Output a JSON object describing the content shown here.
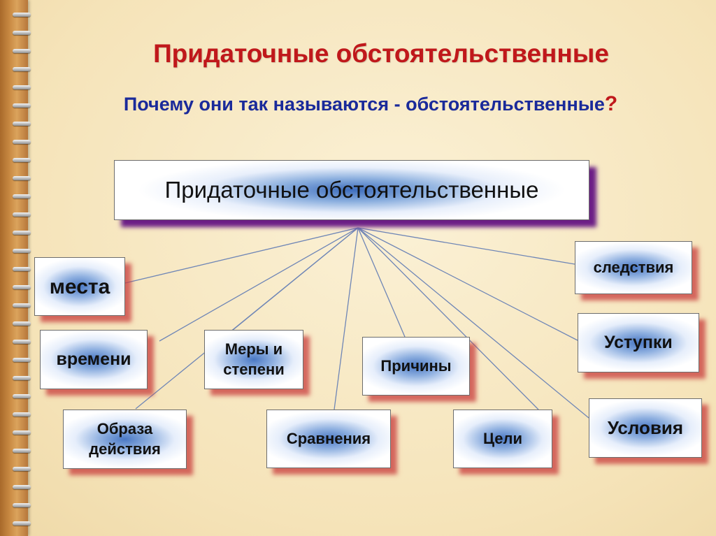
{
  "title": "Придаточные обстоятельственные",
  "subtitle": {
    "text": "Почему они так называются - обстоятельственные",
    "mark": "?"
  },
  "diagram": {
    "root": "Придаточные обстоятельственные",
    "nodes": [
      {
        "id": "mesta",
        "line1": "места",
        "line2": ""
      },
      {
        "id": "vremeni",
        "line1": "времени",
        "line2": ""
      },
      {
        "id": "mery",
        "line1": "Меры и",
        "line2": "степени"
      },
      {
        "id": "obraza",
        "line1": "Образа",
        "line2": "действия"
      },
      {
        "id": "sravneniya",
        "line1": "Сравнения",
        "line2": ""
      },
      {
        "id": "prichiny",
        "line1": "Причины",
        "line2": ""
      },
      {
        "id": "tseli",
        "line1": "Цели",
        "line2": ""
      },
      {
        "id": "sledstviya",
        "line1": "следствия",
        "line2": ""
      },
      {
        "id": "ustupki",
        "line1": "Уступки",
        "line2": ""
      },
      {
        "id": "usloviya",
        "line1": "Условия",
        "line2": ""
      }
    ]
  },
  "colors": {
    "title": "#c0181b",
    "subtitle": "#1a2a9a",
    "line": "#6f86b6",
    "shadow_main": "#6c1e86",
    "shadow_node": "#c83c3c"
  }
}
